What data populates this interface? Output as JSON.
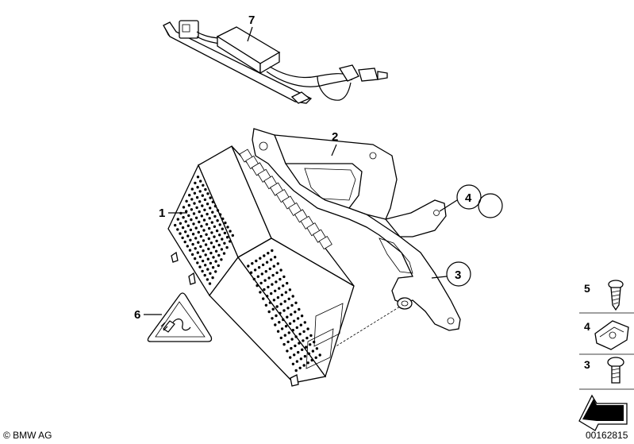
{
  "callouts": {
    "c1": "1",
    "c2": "2",
    "c3": "3",
    "c4": "4",
    "c6": "6",
    "c7": "7"
  },
  "legend": {
    "items": [
      {
        "number": "5",
        "icon": "screw-icon"
      },
      {
        "number": "4",
        "icon": "clip-nut-icon"
      },
      {
        "number": "3",
        "icon": "bolt-icon"
      }
    ]
  },
  "footer": {
    "copyright": "© BMW AG",
    "drawing_number": "00162815"
  }
}
